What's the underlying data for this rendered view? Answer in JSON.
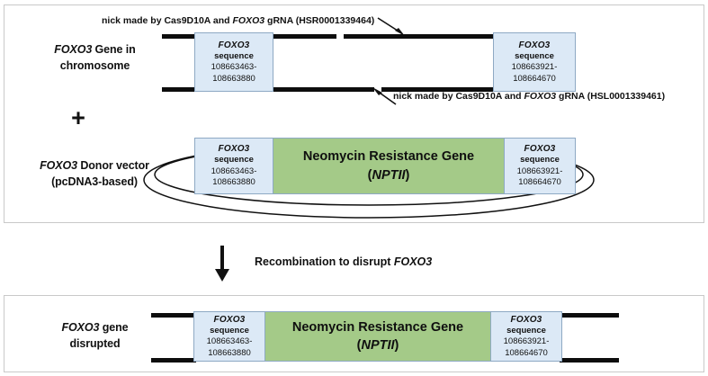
{
  "figure": {
    "title": "CRISPR Cas9D10A nickase FOXO3 gene disruption schematic",
    "colors": {
      "homology_box_fill": "#dce9f6",
      "homology_box_border": "#8ea9c4",
      "gene_box_fill": "#a4ca88",
      "strand_color": "#0d0d0d",
      "panel_border": "#c9c9c9"
    }
  },
  "panel_top": {
    "chromosome_row": {
      "label_line1_italic": "FOXO3",
      "label_line1_rest": " Gene in",
      "label_line2": "chromosome",
      "left_homology_box": {
        "gene": "FOXO3",
        "kind": "sequence",
        "range_start": "108663463-",
        "range_end": "108663880"
      },
      "right_homology_box": {
        "gene": "FOXO3",
        "kind": "sequence",
        "range_start": "108663921-",
        "range_end": "108664670"
      },
      "nick_top": {
        "prefix": "nick made by Cas9D10A and ",
        "gene_italic": "FOXO3",
        "suffix": " gRNA (HSR0001339464)"
      },
      "nick_bottom": {
        "prefix": "nick made by Cas9D10A and ",
        "gene_italic": "FOXO3",
        "suffix": " gRNA (HSL0001339461)"
      }
    },
    "plus_symbol": "+",
    "donor_row": {
      "label_line1_italic": "FOXO3",
      "label_line1_rest": " Donor vector",
      "label_line2": "(pcDNA3-based)",
      "left_homology_box": {
        "gene": "FOXO3",
        "kind": "sequence",
        "range_start": "108663463-",
        "range_end": "108663880"
      },
      "cassette": {
        "line1": "Neomycin Resistance Gene",
        "line2_open": "(",
        "line2_italic": "NPTII",
        "line2_close": ")"
      },
      "right_homology_box": {
        "gene": "FOXO3",
        "kind": "sequence",
        "range_start": "108663921-",
        "range_end": "108664670"
      }
    }
  },
  "process": {
    "caption_prefix": "Recombination to disrupt ",
    "caption_italic": "FOXO3",
    "arrow_direction": "down"
  },
  "panel_bottom": {
    "disrupted_row": {
      "label_line1_italic": "FOXO3",
      "label_line1_rest": " gene",
      "label_line2": "disrupted",
      "left_homology_box": {
        "gene": "FOXO3",
        "kind": "sequence",
        "range_start": "108663463-",
        "range_end": "108663880"
      },
      "cassette": {
        "line1": "Neomycin Resistance Gene",
        "line2_open": "(",
        "line2_italic": "NPTII",
        "line2_close": ")"
      },
      "right_homology_box": {
        "gene": "FOXO3",
        "kind": "sequence",
        "range_start": "108663921-",
        "range_end": "108664670"
      }
    }
  }
}
